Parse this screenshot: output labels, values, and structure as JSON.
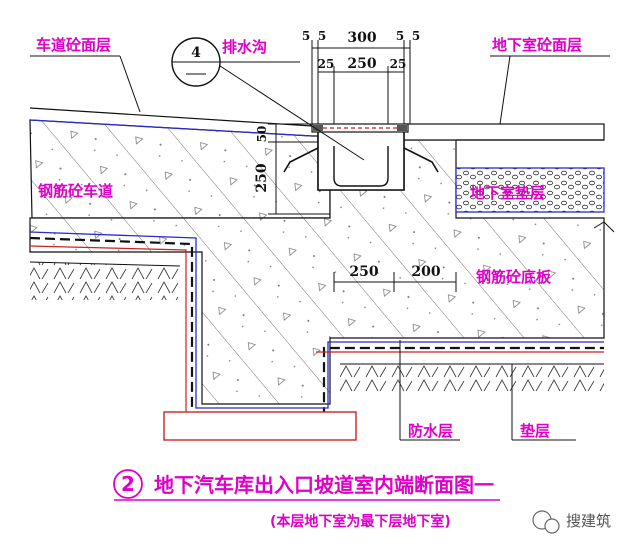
{
  "labels": {
    "driveway_surface": "车道砼面层",
    "drain_channel": "排水沟",
    "basement_surface": "地下室砼面层",
    "driveway_rc": "钢筋砼车道",
    "basement_cushion": "地下室垫层",
    "rc_floor_slab": "钢筋砼底板",
    "waterproof_layer": "防水层",
    "cushion_layer": "垫层"
  },
  "detail_ref": "4",
  "dimensions": {
    "top_left_5a": "5",
    "top_left_5b": "5",
    "top_300": "300",
    "top_right_5a": "5",
    "top_right_5b": "5",
    "mid_25_left": "25",
    "mid_250": "250",
    "mid_25_right": "25",
    "v_50": "50",
    "v_250": "250",
    "h_250": "250",
    "h_200": "200"
  },
  "title": {
    "number": "2",
    "text": "地下汽车库出入口坡道室内端断面图一",
    "subtitle": "(本层地下室为最下层地下室)"
  },
  "watermark": "搜建筑",
  "colors": {
    "label": "#e000c8",
    "line": "#111111",
    "blue_line": "#2b2bcc",
    "red_line": "#cc2222"
  }
}
